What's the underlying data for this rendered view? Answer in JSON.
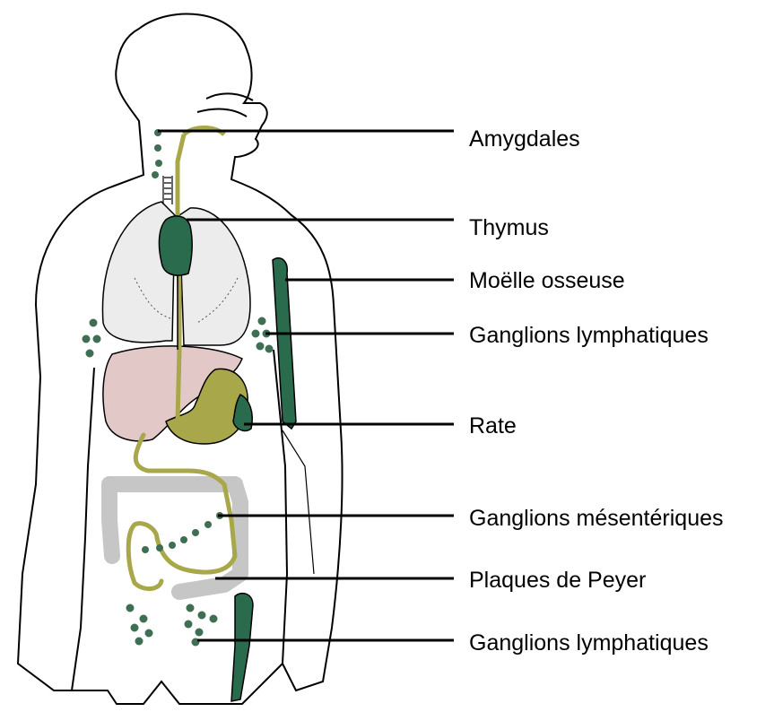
{
  "labels": [
    "Amygdales",
    "Thymus",
    "Moëlle osseuse",
    "Ganglions lymphatiques",
    "Rate",
    "Ganglions mésentériques",
    "Plaques de Peyer",
    "Ganglions lymphatiques"
  ],
  "colors": {
    "outline": "#000000",
    "lymph_vessel": "#a8a74a",
    "thymus_bone_spleen": "#2a6b4d",
    "lymph_nodes": "#3f6f52",
    "lungs": "#ececec",
    "liver": "#e3c8c8",
    "stomach": "#a8a74a",
    "intestine": "#c6c6c6"
  }
}
